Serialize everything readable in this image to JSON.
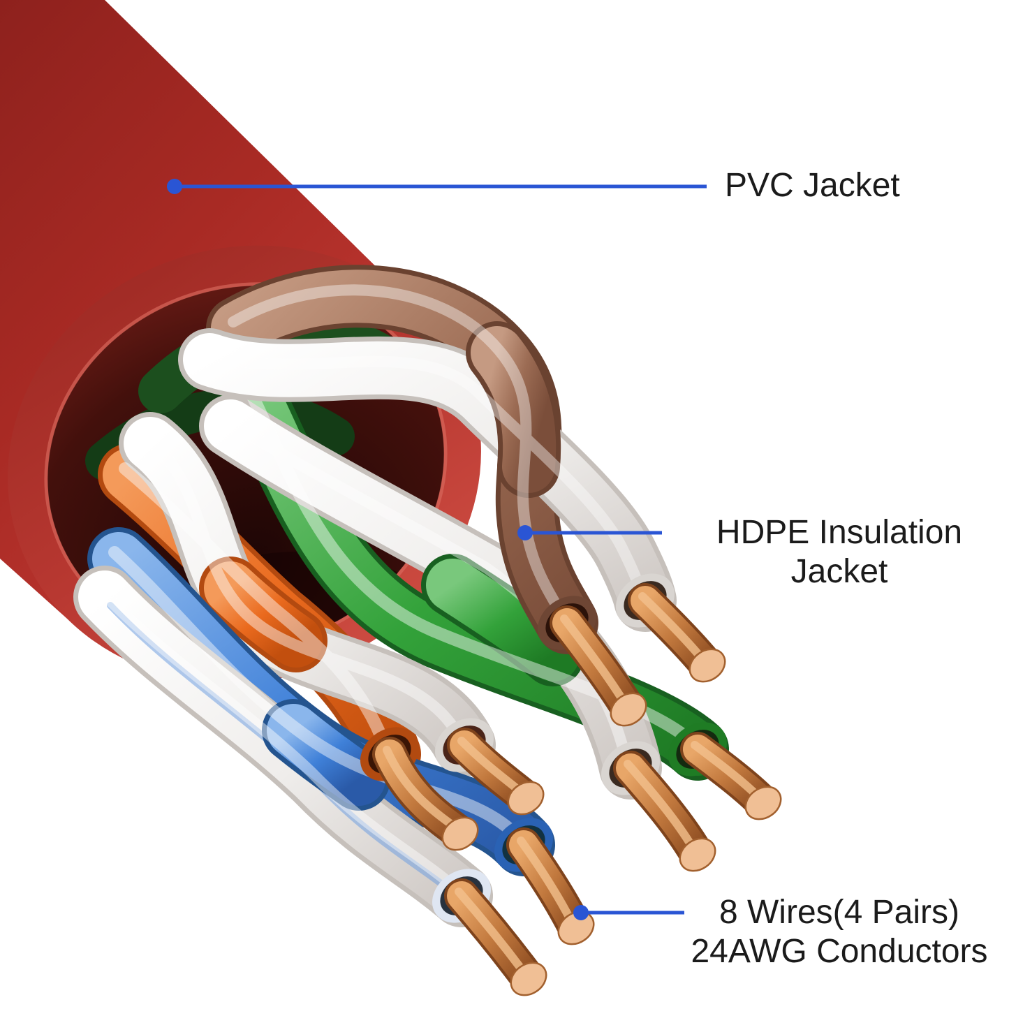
{
  "figure": {
    "background": "#ffffff",
    "subject": "Red ethernet cable cutaway diagram with callout labels",
    "callouts": {
      "pvc": {
        "label": "PVC Jacket"
      },
      "hdpe": {
        "line1": "HDPE Insulation",
        "line2": "Jacket"
      },
      "conductors": {
        "line1": "8 Wires(4 Pairs)",
        "line2": "24AWG Conductors"
      }
    },
    "colors": {
      "leader_line": "#2a55d4",
      "label_text": "#1b1b1b",
      "jacket_red": "#b5322b",
      "rim_red": "#c2423a",
      "cavity_dark": "#3a0c09",
      "wire_orange": "#e8671f",
      "wire_blue": "#3d7ed6",
      "wire_green": "#2f9e33",
      "wire_brown": "#9b6b52",
      "wire_white": "#f3f1ef",
      "copper": "#c87f46"
    },
    "wire_pairs": [
      "orange/white",
      "blue/white",
      "green/white",
      "brown/white"
    ]
  }
}
